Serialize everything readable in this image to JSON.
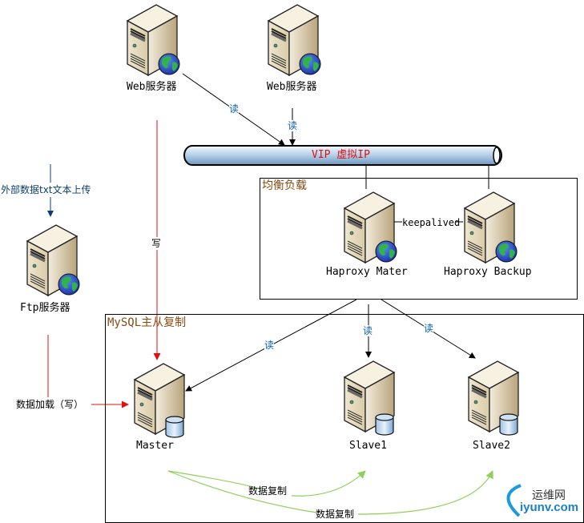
{
  "nodes": {
    "web1": {
      "label": "Web服务器",
      "type": "web-server"
    },
    "web2": {
      "label": "Web服务器",
      "type": "web-server"
    },
    "vip": {
      "label": "VIP 虚拟IP"
    },
    "ftp": {
      "label": "Ftp服务器",
      "type": "web-server"
    },
    "haproxy_master": {
      "label": "Haproxy Mater",
      "type": "web-server"
    },
    "haproxy_backup": {
      "label": "Haproxy Backup",
      "type": "web-server"
    },
    "master": {
      "label": "Master",
      "type": "db-server"
    },
    "slave1": {
      "label": "Slave1",
      "type": "db-server"
    },
    "slave2": {
      "label": "Slave2",
      "type": "db-server"
    }
  },
  "groups": {
    "load_balance": {
      "title": "均衡负载"
    },
    "mysql_replication": {
      "title": "MySQL主从复制"
    }
  },
  "edges": {
    "web1_to_vip": "读",
    "web2_to_vip": "读",
    "web1_to_master": "写",
    "ha_link": "keepalived",
    "external_upload": "外部数据txt文本上传",
    "ftp_to_master": "数据加载（写）",
    "lb_to_master": "读",
    "lb_to_slave1": "读",
    "lb_to_slave2": "读",
    "replicate_slave1": "数据复制",
    "replicate_slave2": "数据复制"
  },
  "colors": {
    "read_label": "#0a5fa6",
    "write_line": "#e01010",
    "replication_line": "#8fd05a",
    "group_title": "#8a4a10",
    "vip_text": "#e01010"
  },
  "watermark": {
    "cn": "运维网",
    "en": "iyunv.com"
  }
}
